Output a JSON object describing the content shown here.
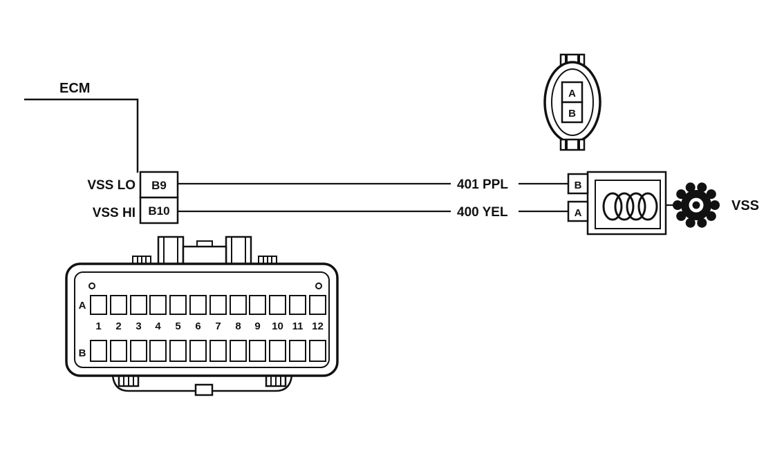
{
  "colors": {
    "ink": "#111111",
    "background": "#ffffff"
  },
  "ecm": {
    "label": "ECM"
  },
  "circuits": [
    {
      "pin_label": "VSS LO",
      "pin": "B9",
      "wire": "401 PPL",
      "terminal": "B"
    },
    {
      "pin_label": "VSS HI",
      "pin": "B10",
      "wire": "400 YEL",
      "terminal": "A"
    }
  ],
  "sensor": {
    "label": "VSS"
  },
  "connector_face": {
    "terminals": [
      "A",
      "B"
    ]
  },
  "ecm_connector": {
    "row_labels": [
      "A",
      "B"
    ],
    "pin_numbers": [
      "1",
      "2",
      "3",
      "4",
      "5",
      "6",
      "7",
      "8",
      "9",
      "10",
      "11",
      "12"
    ]
  }
}
